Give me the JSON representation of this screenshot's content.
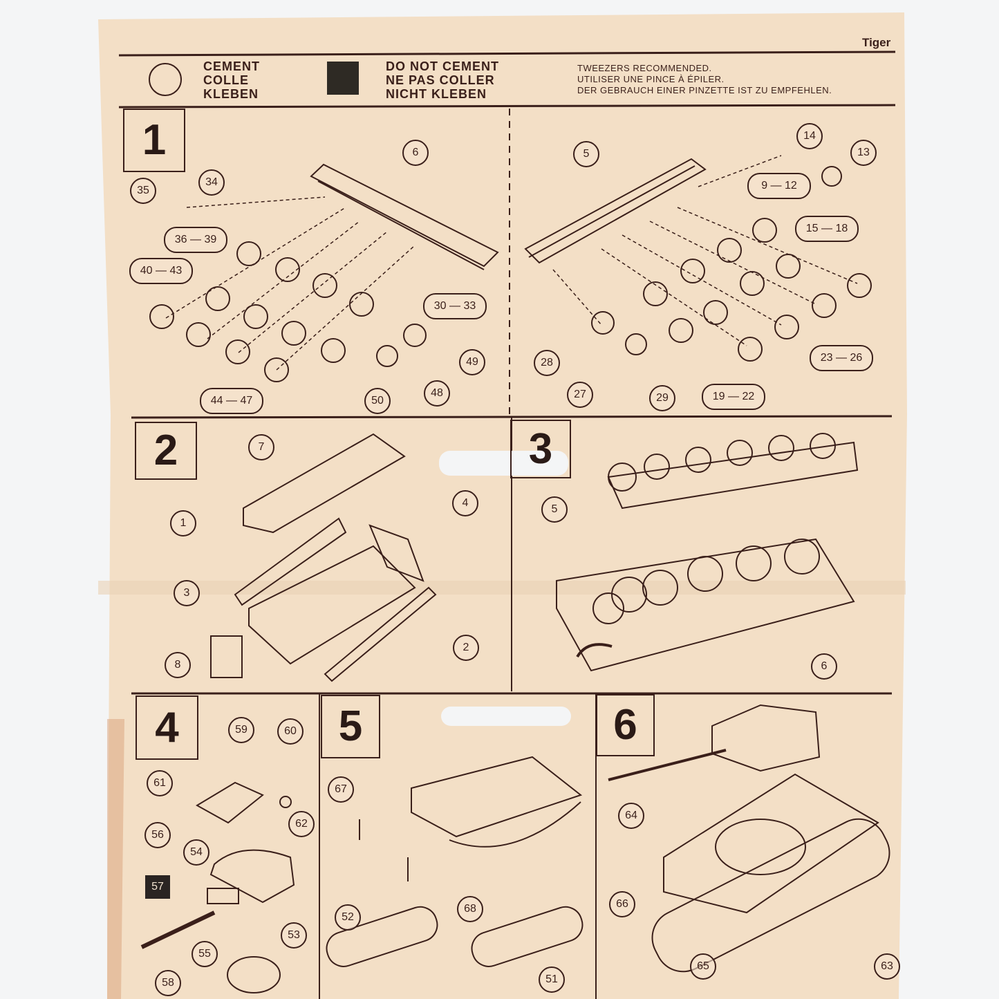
{
  "header": {
    "model_name": "Tiger",
    "cement_legend": [
      "CEMENT",
      "COLLE",
      "KLEBEN"
    ],
    "no_cement_legend": [
      "DO NOT CEMENT",
      "NE PAS COLLER",
      "NICHT KLEBEN"
    ],
    "tweezers_note": [
      "TWEEZERS RECOMMENDED.",
      "UTILISER UNE PINCE À ÉPILER.",
      "DER GEBRAUCH EINER PINZETTE IST ZU EMPFEHLEN."
    ]
  },
  "steps": [
    {
      "number": "1",
      "callouts": [
        "6",
        "35",
        "34",
        "36 — 39",
        "40 — 43",
        "30 — 33",
        "49",
        "48",
        "50",
        "44 — 47",
        "5",
        "14",
        "13",
        "9 — 12",
        "15 — 18",
        "23 — 26",
        "28",
        "27",
        "29",
        "19 — 22"
      ]
    },
    {
      "number": "2",
      "callouts": [
        "7",
        "1",
        "4",
        "3",
        "2",
        "8"
      ]
    },
    {
      "number": "3",
      "callouts": [
        "5",
        "6"
      ]
    },
    {
      "number": "4",
      "callouts": [
        "59",
        "60",
        "61",
        "56",
        "62",
        "54",
        "57",
        "53",
        "55",
        "58"
      ]
    },
    {
      "number": "5",
      "callouts": [
        "67",
        "68",
        "52",
        "51"
      ]
    },
    {
      "number": "6",
      "callouts": [
        "64",
        "66",
        "65",
        "63"
      ]
    }
  ],
  "colors": {
    "paper": "#f3dfc6",
    "ink": "#3a1f1a",
    "background": "#f4f5f6"
  }
}
